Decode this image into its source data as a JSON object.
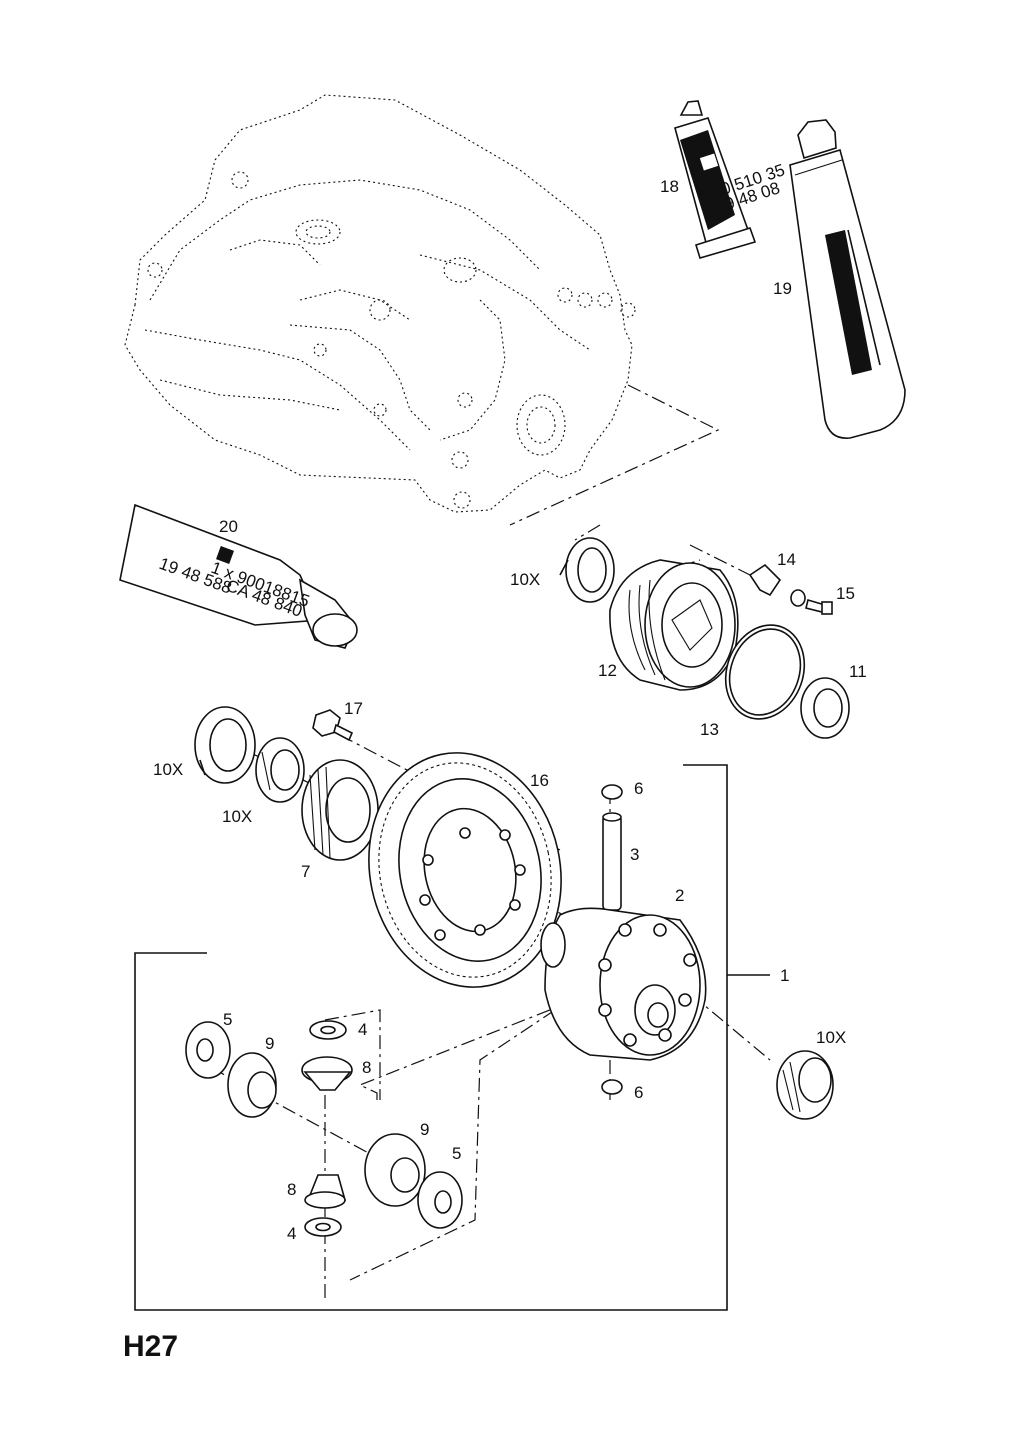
{
  "diagram": {
    "code": "H27",
    "tubes": {
      "tube18_lines": [
        "90 510 35",
        "19 48 08"
      ],
      "tube20_lines": [
        "19 48 588",
        "1 x 90018815",
        "CA 48 840"
      ]
    },
    "callouts": [
      {
        "id": "c18",
        "text": "18"
      },
      {
        "id": "c19",
        "text": "19"
      },
      {
        "id": "c20",
        "text": "20"
      },
      {
        "id": "c10x_a",
        "text": "10X"
      },
      {
        "id": "c14",
        "text": "14"
      },
      {
        "id": "c15",
        "text": "15"
      },
      {
        "id": "c12",
        "text": "12"
      },
      {
        "id": "c11",
        "text": "11"
      },
      {
        "id": "c13",
        "text": "13"
      },
      {
        "id": "c17",
        "text": "17"
      },
      {
        "id": "c10x_b",
        "text": "10X"
      },
      {
        "id": "c16",
        "text": "16"
      },
      {
        "id": "c6_top",
        "text": "6"
      },
      {
        "id": "c10x_c",
        "text": "10X"
      },
      {
        "id": "c3",
        "text": "3"
      },
      {
        "id": "c7",
        "text": "7"
      },
      {
        "id": "c2",
        "text": "2"
      },
      {
        "id": "c1",
        "text": "1"
      },
      {
        "id": "c5_a",
        "text": "5"
      },
      {
        "id": "c4_top",
        "text": "4"
      },
      {
        "id": "c9_a",
        "text": "9"
      },
      {
        "id": "c8_a",
        "text": "8"
      },
      {
        "id": "c10x_d",
        "text": "10X"
      },
      {
        "id": "c6_bot",
        "text": "6"
      },
      {
        "id": "c9_b",
        "text": "9"
      },
      {
        "id": "c5_b",
        "text": "5"
      },
      {
        "id": "c8_b",
        "text": "8"
      },
      {
        "id": "c4_bot",
        "text": "4"
      }
    ]
  }
}
